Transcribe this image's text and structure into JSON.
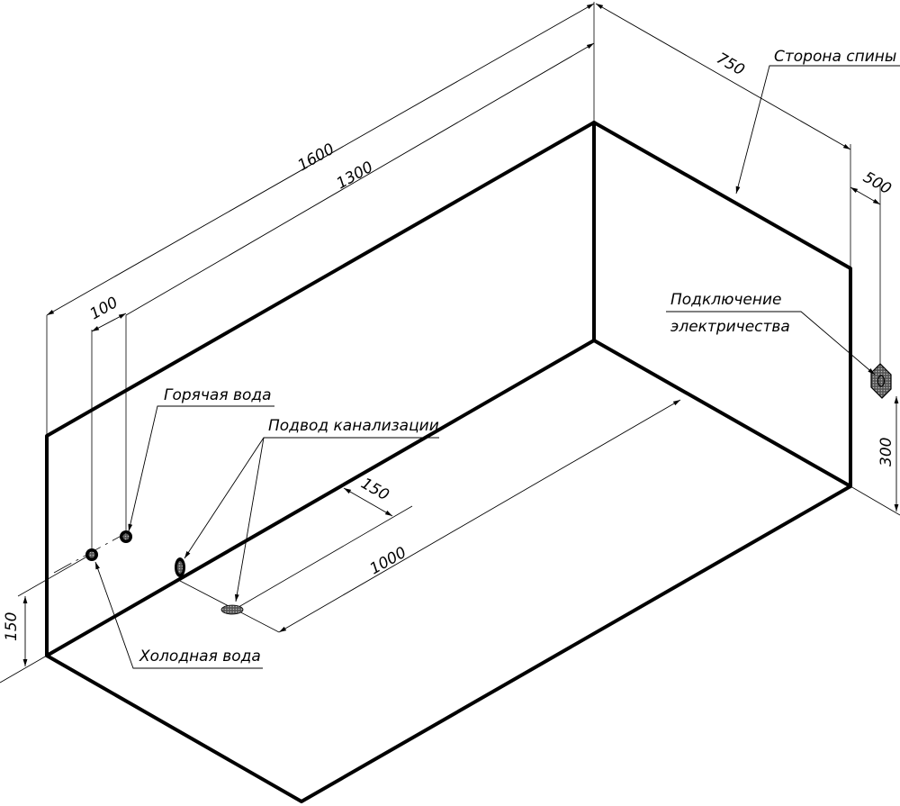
{
  "drawing": {
    "subject": "bathtub installation scheme",
    "dimensions": {
      "length_overall": "1600",
      "length_inner": "1300",
      "width": "750",
      "electric_offset": "500",
      "electric_height": "300",
      "pipe_spacing": "100",
      "pipe_height": "150",
      "drain_offset_wall": "150",
      "drain_offset_length": "1000"
    },
    "labels": {
      "back_side": "Сторона спины",
      "electric_line1": "Подключение",
      "electric_line2": "электричества",
      "hot_water": "Горячая вода",
      "sewer": "Подвод канализации",
      "cold_water": "Холодная вода"
    },
    "colors": {
      "line": "#000000",
      "background": "#ffffff"
    }
  }
}
